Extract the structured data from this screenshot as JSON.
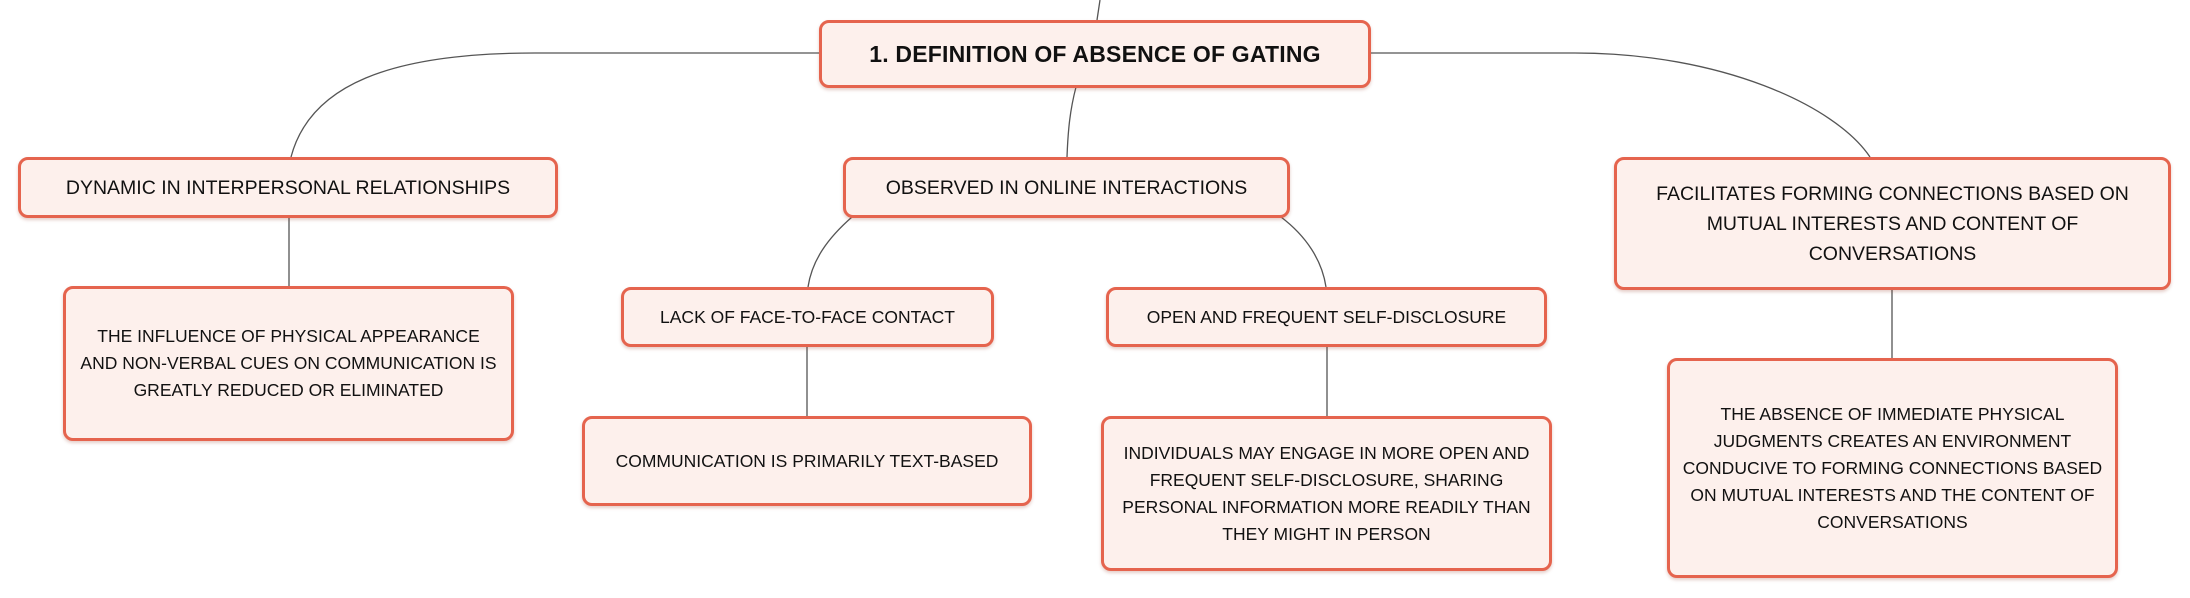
{
  "colors": {
    "border": "#e5644e",
    "fill": "#fdf0ec",
    "line": "#555555"
  },
  "root": {
    "label": "1. DEFINITION OF ABSENCE OF GATING"
  },
  "branches": {
    "dynamic": {
      "label": "DYNAMIC IN INTERPERSONAL RELATIONSHIPS",
      "detail": "THE INFLUENCE OF PHYSICAL APPEARANCE AND NON-VERBAL CUES ON COMMUNICATION IS GREATLY REDUCED OR ELIMINATED"
    },
    "online": {
      "label": "OBSERVED IN ONLINE INTERACTIONS",
      "lack": {
        "label": "LACK OF FACE-TO-FACE CONTACT",
        "detail": "COMMUNICATION IS PRIMARILY TEXT-BASED"
      },
      "disclosure": {
        "label": "OPEN AND FREQUENT SELF-DISCLOSURE",
        "detail": "INDIVIDUALS MAY ENGAGE IN MORE OPEN AND FREQUENT SELF-DISCLOSURE, SHARING PERSONAL INFORMATION MORE READILY THAN THEY MIGHT IN PERSON"
      }
    },
    "facilitates": {
      "label": "FACILITATES FORMING CONNECTIONS BASED ON MUTUAL INTERESTS AND CONTENT OF CONVERSATIONS",
      "detail": "THE ABSENCE OF IMMEDIATE PHYSICAL JUDGMENTS CREATES AN ENVIRONMENT CONDUCIVE TO FORMING CONNECTIONS BASED ON MUTUAL INTERESTS AND THE CONTENT OF CONVERSATIONS"
    }
  }
}
